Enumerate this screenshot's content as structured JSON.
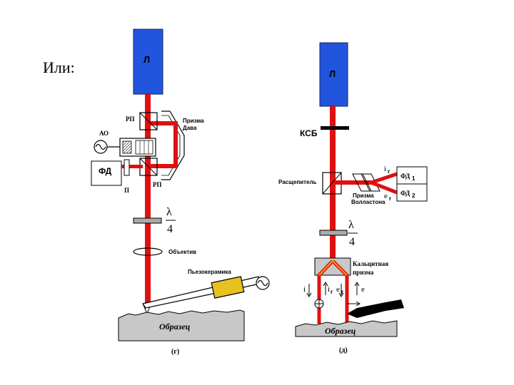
{
  "lead_text": "Или:",
  "left": {
    "laser": "Л",
    "rp_top": "РП",
    "dove_prism": [
      "Призма",
      "Дава"
    ],
    "ao": "АО",
    "fd": "ФД",
    "p": "П",
    "rp_bottom": "РП",
    "lambda": "λ",
    "four": "4",
    "objective": "Объектив",
    "piezo": "Пьезокерамика",
    "sample": "Образец",
    "caption": "(г)"
  },
  "right": {
    "laser": "Л",
    "ksb": "КСБ",
    "splitter": "Расщепитель",
    "wollaston": [
      "Призма",
      "Волластона"
    ],
    "i_sub": "i",
    "i_sub_r": "r",
    "e_sub": "e",
    "e_sub_r": "r",
    "fd1": "ФД",
    "fd1_sub": "1",
    "fd2": "ФД",
    "fd2_sub": "2",
    "lambda": "λ",
    "four": "4",
    "calcite": [
      "Кальцитная",
      "призма"
    ],
    "pol_i": "i",
    "pol_ir": "i",
    "pol_ir_sub": "r",
    "pol_er": "e",
    "pol_er_sub": "r",
    "pol_e": "e",
    "sample": "Образец",
    "caption": "(д)"
  },
  "colors": {
    "laser_body": "#2255dd",
    "beam": "#e01010",
    "plate": "#aaaaaa",
    "piezo": "#e8c020",
    "sample": "#c8c8c8"
  }
}
